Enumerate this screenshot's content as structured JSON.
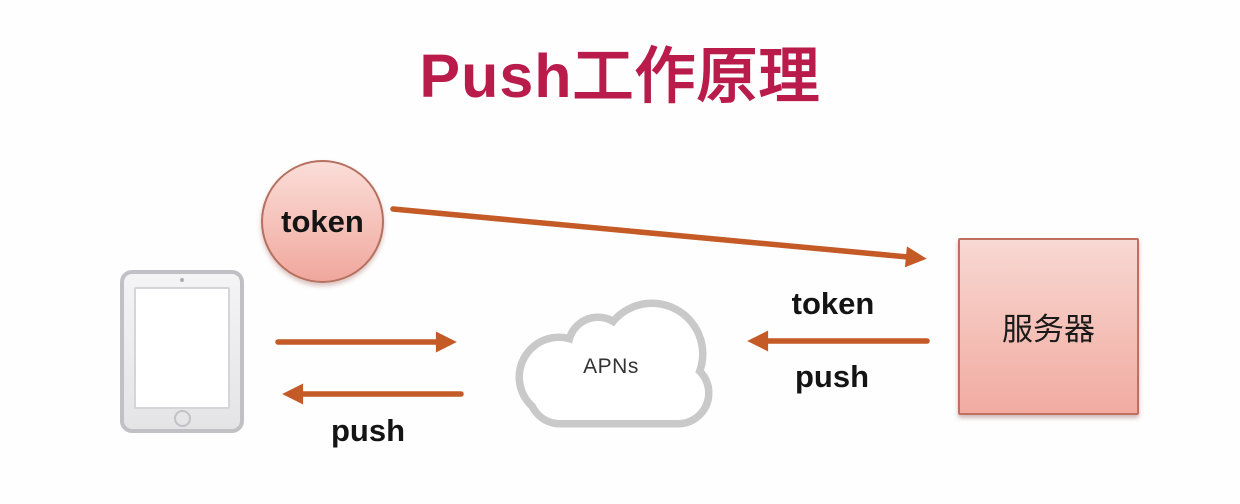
{
  "title": {
    "text": "Push工作原理"
  },
  "nodes": {
    "token": {
      "label": "token"
    },
    "device": {
      "type": "tablet"
    },
    "apns": {
      "label": "APNs"
    },
    "server": {
      "label": "服务器"
    }
  },
  "flow_labels": {
    "server_to_cloud_top": "token",
    "server_to_cloud_bottom": "push",
    "cloud_to_device": "push"
  },
  "flows": [
    {
      "from": "token",
      "to": "server",
      "label": ""
    },
    {
      "from": "device",
      "to": "apns",
      "label": ""
    },
    {
      "from": "apns",
      "to": "device",
      "label": "push"
    },
    {
      "from": "server",
      "to": "apns",
      "label": "token / push"
    }
  ],
  "colors": {
    "title": "#b91c4b",
    "arrow": "#c45a26",
    "node_fill_top": "#fbddd8",
    "node_fill_bottom": "#f0a79d",
    "node_border": "#b5705f",
    "cloud_outline": "#c9c9c9",
    "device_frame": "#c1c1c5"
  }
}
